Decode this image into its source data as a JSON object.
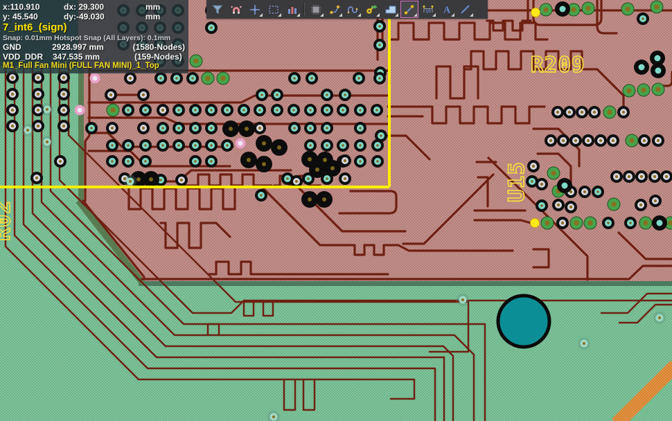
{
  "hud": {
    "position": {
      "x": "x:110.910",
      "dx": "dx: 29.300",
      "y": "y: 45.540",
      "dy": "dy:-49.030",
      "unit": "mm"
    },
    "active_net": "7_int6_(sign)",
    "snap": "Snap: 0.01mm Hotspot Snap (All Layers): 0.1mm",
    "nets": [
      {
        "name": "GND",
        "length": "2928.997 mm",
        "nodes": "(1580-Nodes)"
      },
      {
        "name": "VDD_DDR",
        "length": "347.535 mm",
        "nodes": "(159-Nodes)"
      }
    ],
    "route_mode": "M1_Full Fan Mini (FULL FAN MINI)_1_Top"
  },
  "toolbar": {
    "tools": [
      "filter",
      "magnet",
      "crosshair",
      "select-area",
      "statistics",
      "component",
      "route-traces",
      "meander",
      "key",
      "polygon-step",
      "measure-distance",
      "dimension",
      "text",
      "line"
    ],
    "dimension_glyph": "10",
    "text_glyph": "A"
  },
  "silkscreen": {
    "labels": [
      {
        "text": "R209"
      },
      {
        "text": "U15"
      },
      {
        "text": "R02"
      }
    ]
  },
  "colors": {
    "copper_pour_pink": "#c4908b",
    "trace_maroon": "#6e2013",
    "soldermask_green": "#7fc69b",
    "drill_hole_teal": "#0c8e96",
    "highlight_yellow": "#ffee00",
    "orange_trace": "#e6953e",
    "silkscreen_yellow": "#f2de3e"
  },
  "pcb": {
    "vias": {
      "teal": [
        [
          178,
          15
        ],
        [
          205,
          15
        ],
        [
          231,
          15
        ],
        [
          257,
          15
        ],
        [
          305,
          15
        ],
        [
          178,
          40
        ],
        [
          205,
          40
        ],
        [
          231,
          40
        ],
        [
          257,
          40
        ],
        [
          305,
          40
        ],
        [
          178,
          64
        ],
        [
          205,
          64
        ],
        [
          231,
          64
        ],
        [
          257,
          64
        ],
        [
          231,
          88
        ],
        [
          257,
          88
        ],
        [
          548,
          38
        ],
        [
          548,
          65
        ],
        [
          549,
          105
        ],
        [
          550,
          196
        ],
        [
          232,
          113
        ],
        [
          255,
          113
        ],
        [
          278,
          113
        ],
        [
          425,
          113
        ],
        [
          450,
          113
        ],
        [
          518,
          113
        ],
        [
          548,
          113
        ],
        [
          378,
          137
        ],
        [
          400,
          137
        ],
        [
          472,
          137
        ],
        [
          498,
          137
        ],
        [
          185,
          159
        ],
        [
          210,
          159
        ],
        [
          258,
          159
        ],
        [
          282,
          159
        ],
        [
          305,
          159
        ],
        [
          328,
          159
        ],
        [
          352,
          159
        ],
        [
          375,
          159
        ],
        [
          400,
          159
        ],
        [
          424,
          159
        ],
        [
          448,
          159
        ],
        [
          472,
          159
        ],
        [
          495,
          159
        ],
        [
          520,
          159
        ],
        [
          544,
          159
        ],
        [
          132,
          185
        ],
        [
          235,
          185
        ],
        [
          258,
          185
        ],
        [
          282,
          185
        ],
        [
          305,
          185
        ],
        [
          425,
          185
        ],
        [
          448,
          185
        ],
        [
          472,
          185
        ],
        [
          520,
          185
        ],
        [
          162,
          210
        ],
        [
          185,
          210
        ],
        [
          210,
          210
        ],
        [
          235,
          210
        ],
        [
          258,
          210
        ],
        [
          282,
          210
        ],
        [
          305,
          210
        ],
        [
          328,
          210
        ],
        [
          448,
          210
        ],
        [
          472,
          210
        ],
        [
          495,
          210
        ],
        [
          520,
          210
        ],
        [
          545,
          210
        ],
        [
          162,
          233
        ],
        [
          185,
          233
        ],
        [
          210,
          233
        ],
        [
          282,
          233
        ],
        [
          305,
          233
        ],
        [
          495,
          233
        ],
        [
          520,
          233
        ],
        [
          545,
          233
        ],
        [
          232,
          260
        ],
        [
          415,
          258
        ],
        [
          445,
          258
        ],
        [
          472,
          258
        ],
        [
          377,
          282
        ],
        [
          863,
          277
        ],
        [
          878,
          322
        ],
        [
          910,
          322
        ],
        [
          782,
          297
        ],
        [
          928,
          27
        ],
        [
          768,
          262
        ]
      ],
      "white": [
        [
          188,
          113
        ],
        [
          160,
          137
        ],
        [
          207,
          137
        ],
        [
          235,
          159
        ],
        [
          162,
          185
        ],
        [
          207,
          185
        ],
        [
          375,
          185
        ],
        [
          180,
          258
        ],
        [
          262,
          260
        ],
        [
          428,
          262
        ],
        [
          498,
          258
        ],
        [
          498,
          232
        ],
        [
          18,
          112
        ],
        [
          55,
          112
        ],
        [
          92,
          112
        ],
        [
          18,
          136
        ],
        [
          55,
          136
        ],
        [
          92,
          136
        ],
        [
          18,
          159
        ],
        [
          55,
          159
        ],
        [
          92,
          159
        ],
        [
          18,
          182
        ],
        [
          55,
          182
        ],
        [
          92,
          182
        ],
        [
          53,
          257
        ],
        [
          87,
          233
        ],
        [
          805,
          162
        ],
        [
          822,
          162
        ],
        [
          840,
          162
        ],
        [
          858,
          162
        ],
        [
          900,
          162
        ],
        [
          795,
          203
        ],
        [
          813,
          203
        ],
        [
          831,
          203
        ],
        [
          849,
          203
        ],
        [
          867,
          203
        ],
        [
          885,
          203
        ],
        [
          930,
          203
        ],
        [
          950,
          203
        ],
        [
          890,
          255
        ],
        [
          908,
          255
        ],
        [
          926,
          255
        ],
        [
          945,
          255
        ],
        [
          962,
          255
        ],
        [
          782,
          266
        ],
        [
          824,
          277
        ],
        [
          844,
          277
        ],
        [
          806,
          296
        ],
        [
          824,
          299
        ],
        [
          925,
          296
        ],
        [
          946,
          290
        ],
        [
          812,
          322
        ],
        [
          770,
          240
        ]
      ],
      "green": [
        [
          300,
          113
        ],
        [
          322,
          113
        ],
        [
          163,
          159
        ],
        [
          283,
          88
        ],
        [
          788,
          14
        ],
        [
          828,
          14
        ],
        [
          849,
          12
        ],
        [
          906,
          13
        ],
        [
          948,
          10
        ],
        [
          908,
          131
        ],
        [
          929,
          130
        ],
        [
          950,
          129
        ],
        [
          880,
          162
        ],
        [
          912,
          203
        ],
        [
          806,
          276
        ],
        [
          886,
          295
        ],
        [
          790,
          322
        ],
        [
          832,
          322
        ],
        [
          852,
          322
        ],
        [
          932,
          322
        ],
        [
          968,
          322
        ],
        [
          799,
          250
        ]
      ],
      "black": [
        [
          333,
          186
        ],
        [
          356,
          186
        ],
        [
          381,
          207
        ],
        [
          403,
          213
        ],
        [
          359,
          231
        ],
        [
          381,
          237
        ],
        [
          447,
          230
        ],
        [
          469,
          231
        ],
        [
          458,
          245
        ],
        [
          480,
          243
        ],
        [
          200,
          259
        ],
        [
          218,
          259
        ],
        [
          447,
          288
        ],
        [
          468,
          288
        ]
      ],
      "black2": [
        [
          926,
          97
        ],
        [
          949,
          84
        ],
        [
          950,
          102
        ],
        [
          812,
          13
        ],
        [
          815,
          268
        ],
        [
          952,
          322
        ]
      ],
      "dot": [
        [
          40,
          188
        ],
        [
          68,
          205
        ],
        [
          68,
          158
        ],
        [
          188,
          262
        ],
        [
          668,
          433
        ],
        [
          843,
          496
        ],
        [
          952,
          459
        ],
        [
          395,
          602
        ]
      ],
      "pink": [
        [
          137,
          113
        ],
        [
          115,
          159
        ],
        [
          347,
          207
        ]
      ],
      "yellow": [
        [
          773,
          18
        ],
        [
          772,
          322
        ]
      ]
    }
  }
}
